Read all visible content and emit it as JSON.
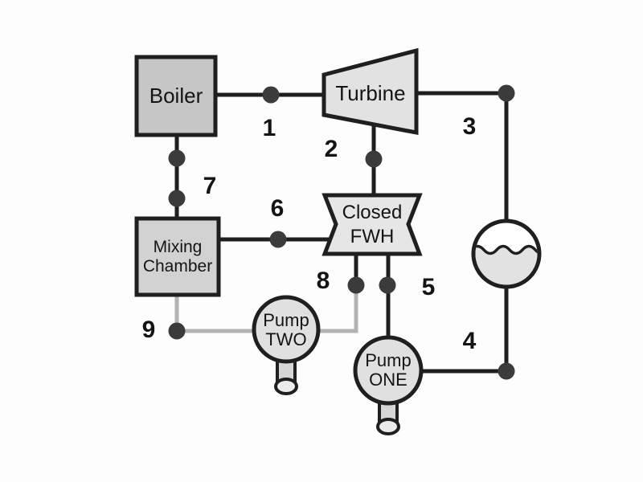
{
  "diagram": {
    "components": {
      "boiler": {
        "label": "Boiler"
      },
      "turbine": {
        "label": "Turbine"
      },
      "closed_fwh": {
        "line1": "Closed",
        "line2": "FWH"
      },
      "mixing_chamber": {
        "line1": "Mixing",
        "line2": "Chamber"
      },
      "pump_two": {
        "line1": "Pump",
        "line2": "TWO"
      },
      "pump_one": {
        "line1": "Pump",
        "line2": "ONE"
      }
    },
    "state_labels": [
      "1",
      "2",
      "3",
      "4",
      "5",
      "6",
      "7",
      "8",
      "9"
    ]
  },
  "colors": {
    "background": "#fdfdfd",
    "line_dark": "#1f1f1f",
    "line_gray": "#b3b3b3",
    "node_fill": "#3b3b3b",
    "text_color": "#141414",
    "boiler_fill": "#c6c6c6",
    "chamber_fill": "#d2d2d2",
    "turbine_fill": "#e2e2e2",
    "fwh_fill": "#e6e6e6",
    "pump_fill": "#e0e0e0",
    "tube_fill": "#d6d6d6",
    "tube_end_fill": "#ececec",
    "condenser_water": "#e2e2e2"
  }
}
